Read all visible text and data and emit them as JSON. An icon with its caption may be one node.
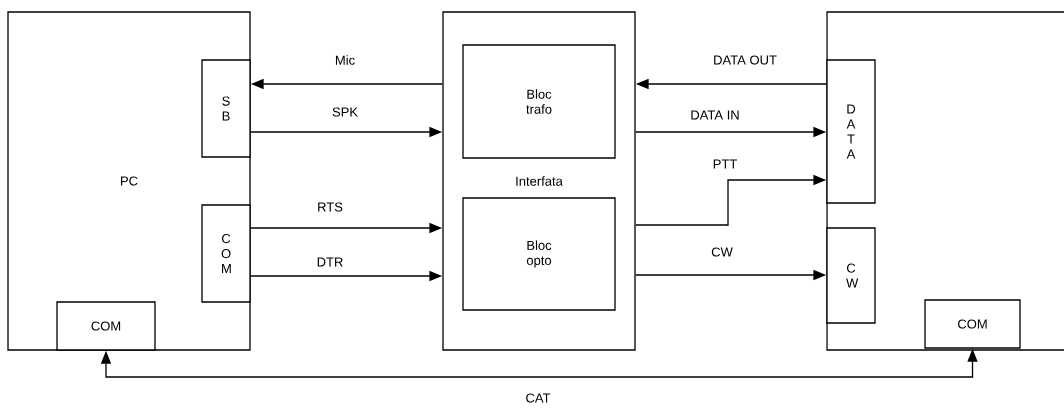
{
  "diagram": {
    "nodes": [
      {
        "text": [
          "PC"
        ]
      },
      {
        "text": [
          "S B"
        ],
        "in": 0
      },
      {
        "text": [
          "C O M"
        ],
        "in": 0
      },
      {
        "text": [
          "COM"
        ],
        "in": 0
      },
      {
        "text": [
          "Interfata"
        ]
      },
      {
        "text": [
          "Bloc trafo"
        ],
        "in": 4
      },
      {
        "text": [
          "Bloc opto"
        ],
        "in": 4
      },
      {
        "text": [],
        "shape": "box"
      },
      {
        "text": [
          "D A T A"
        ],
        "in": 7
      },
      {
        "text": [
          "C W"
        ],
        "in": 7
      },
      {
        "text": [
          "COM"
        ],
        "in": 7
      }
    ],
    "edges": [
      {
        "from": 4,
        "to": 1,
        "arrow": "to",
        "label": "Mic"
      },
      {
        "from": 1,
        "to": 4,
        "arrow": "to",
        "label": "SPK"
      },
      {
        "from": 2,
        "to": 4,
        "arrow": "to",
        "label": "RTS"
      },
      {
        "from": 2,
        "to": 4,
        "arrow": "to",
        "label": "DTR"
      },
      {
        "from": 8,
        "to": 4,
        "arrow": "to",
        "label": "DATA OUT"
      },
      {
        "from": 4,
        "to": 8,
        "arrow": "to",
        "label": "DATA IN"
      },
      {
        "from": 4,
        "to": 8,
        "arrow": "to",
        "label": "PTT"
      },
      {
        "from": 4,
        "to": 9,
        "arrow": "to",
        "label": "CW"
      },
      {
        "from": 3,
        "to": 10,
        "arrow": "both",
        "label": "CAT"
      }
    ]
  }
}
